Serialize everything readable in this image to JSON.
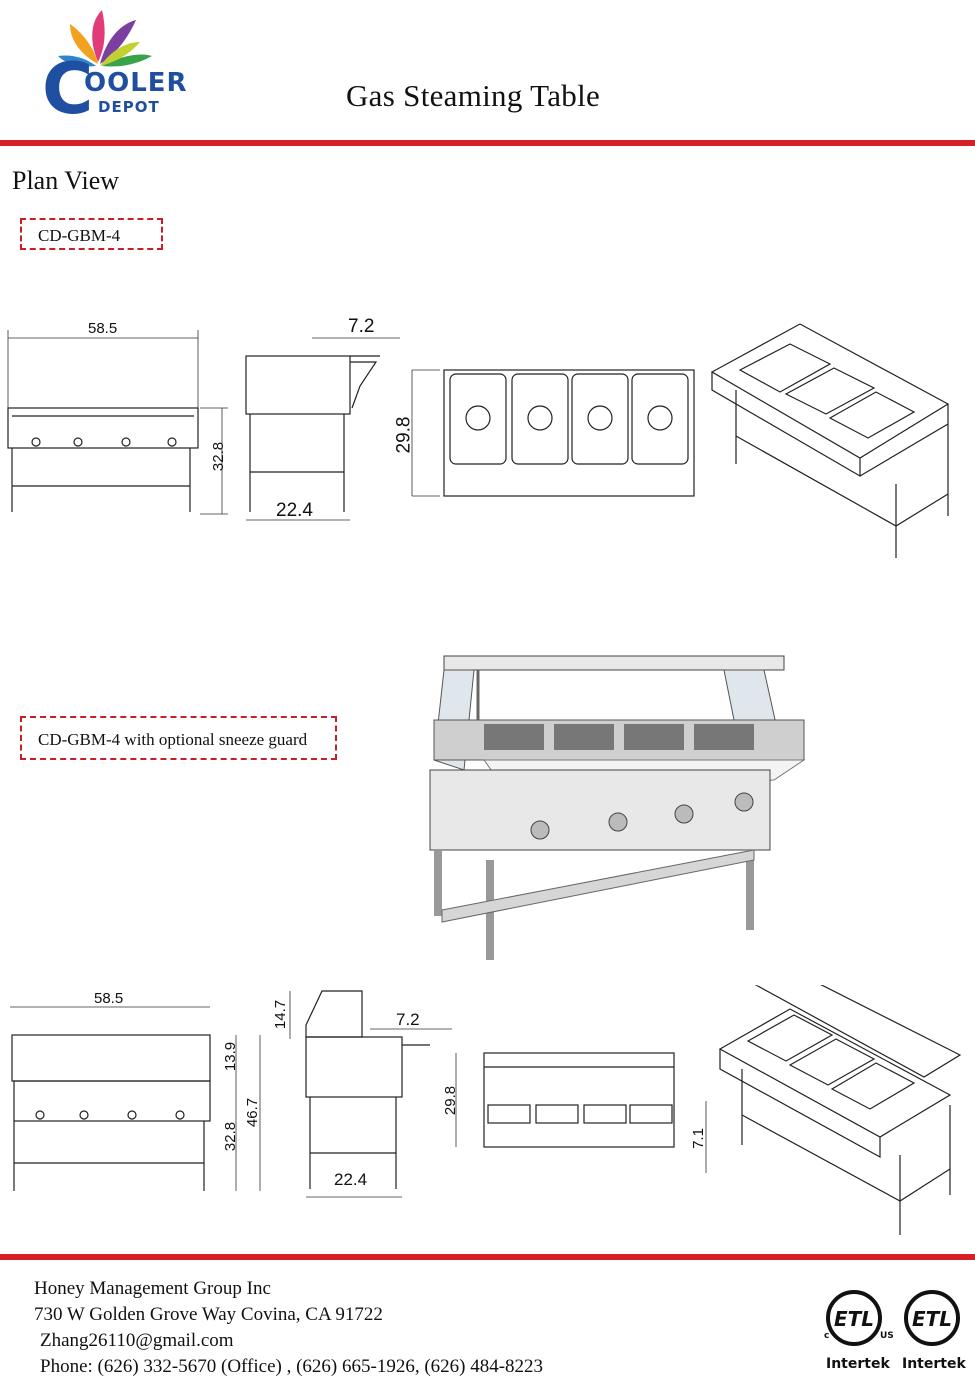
{
  "brand": {
    "line1": "OOLER",
    "line2": "DEPOT",
    "initial": "C"
  },
  "header": {
    "title": "Gas Steaming Table"
  },
  "section": {
    "title": "Plan View"
  },
  "models": {
    "base": "CD-GBM-4",
    "with_guard": "CD-GBM-4 with optional sneeze guard"
  },
  "dims_top": {
    "width": "58.5",
    "side_offset": "7.2",
    "height": "32.8",
    "depth": "22.4",
    "plan_depth": "29.8"
  },
  "dims_bottom": {
    "width": "58.5",
    "guard_height": "14.7",
    "side_offset": "7.2",
    "upper": "13.9",
    "total_height": "46.7",
    "height": "32.8",
    "depth": "22.4",
    "front_depth": "29.8",
    "pan_depth": "7.1"
  },
  "footer": {
    "company": "Honey Management Group Inc",
    "address": "730 W Golden Grove Way Covina, CA 91722",
    "email": "Zhang26110@gmail.com",
    "phone": "Phone: (626) 332-5670 (Office) , (626) 665-1926, (626) 484-8223"
  },
  "certs": {
    "label1": "Intertek",
    "label2": "Intertek",
    "mark": "ETL",
    "c": "c",
    "us": "US"
  },
  "colors": {
    "accent_red": "#d61f26",
    "brand_blue": "#1f4fa1"
  }
}
